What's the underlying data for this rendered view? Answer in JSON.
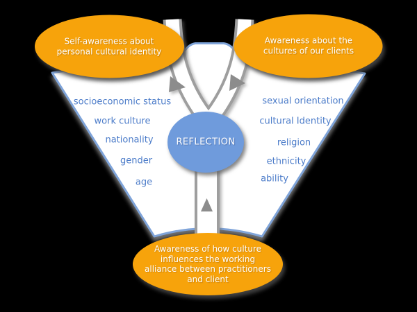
{
  "diagram": {
    "type": "converging-funnel-reflection-diagram",
    "background_color": "#000000"
  },
  "colors": {
    "orange_node": "#f7a30b",
    "center_node_blue": "#6f9bdc",
    "funnel_fill": "#ffffff",
    "funnel_border": "#7fa4d9",
    "channel_border": "#9e9e9e",
    "channel_fill": "#ffffff",
    "arrow_gray": "#8c8c8c",
    "list_text": "#4c7cc9",
    "node_text": "#ffffff"
  },
  "nodes": {
    "top_left": {
      "label": "Self-awareness about\npersonal cultural identity"
    },
    "top_right": {
      "label": "Awareness about the\ncultures of our clients"
    },
    "bottom": {
      "label": "Awareness of how culture\ninfluences the working\nalliance between practitioners\nand client"
    },
    "center": {
      "label": "REFLECTION"
    }
  },
  "left_list": {
    "items": [
      "socioeconomic status",
      "work culture",
      "nationality",
      "gender",
      "age"
    ]
  },
  "right_list": {
    "items": [
      "sexual orientation",
      "cultural Identity",
      "religion",
      "ethnicity",
      "ability"
    ]
  }
}
